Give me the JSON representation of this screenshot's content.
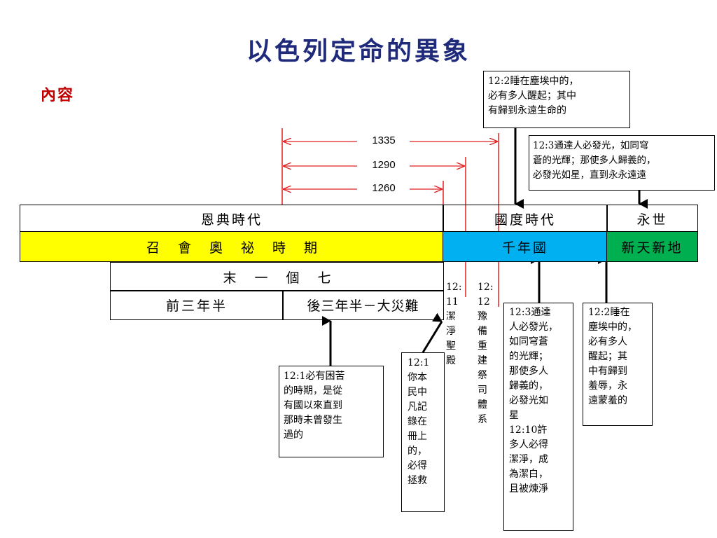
{
  "title": "以色列定命的異象",
  "subtitle": "內容",
  "colors": {
    "title": "#1f2a7a",
    "subtitle": "#c00000",
    "yellow": "#ffff00",
    "blue": "#00b0f0",
    "green": "#00b050",
    "red_line": "#e02020"
  },
  "top_boxes": {
    "v12_2": [
      "12:2睡在塵埃中的，",
      "必有多人醒起；其中",
      "有歸到永遠生命的"
    ],
    "v12_3": [
      "12:3通達人必發光，如同穹",
      "蒼的光輝；那使多人歸義的，",
      "必發光如星，直到永永遠遠"
    ]
  },
  "periods": {
    "p1335": "1335",
    "p1290": "1290",
    "p1260": "1260"
  },
  "table": {
    "grace_age": "恩典時代",
    "kingdom_age": "國度時代",
    "eternity": "永世",
    "church_mystery": "召會奧祕時期",
    "millennium": "千年國",
    "new_heaven_earth": "新天新地",
    "last_seven": "末一個七",
    "first_half": "前三年半",
    "second_half": "後三年半－大災難"
  },
  "vertical_labels": {
    "v12_11": [
      "12:",
      "11",
      "潔",
      "淨",
      "聖",
      "殿"
    ],
    "v12_12": [
      "12:",
      "12",
      "豫",
      "備",
      "重",
      "建",
      "祭",
      "司",
      "體",
      "系"
    ]
  },
  "bottom_boxes": {
    "v12_1a": [
      "12:1必有困苦",
      "的時期，是從",
      "有國以來直到",
      "那時未曾發生",
      "過的"
    ],
    "v12_1b": [
      "12:1",
      "你本",
      "民中",
      "凡記",
      "錄在",
      "冊上",
      "的，",
      "必得",
      "拯救"
    ],
    "v12_3_10": [
      "12:3通達",
      "人必發光，",
      "如同穹蒼",
      "的光輝；",
      "那使多人",
      "歸義的，",
      "必發光如",
      "星",
      "12:10許",
      "多人必得",
      "潔淨，成",
      "為潔白，",
      "且被煉淨"
    ],
    "v12_2b": [
      "12:2睡在",
      "塵埃中的，",
      "必有多人",
      "醒起；其",
      "中有歸到",
      "羞辱，永",
      "遠蒙羞的"
    ]
  }
}
